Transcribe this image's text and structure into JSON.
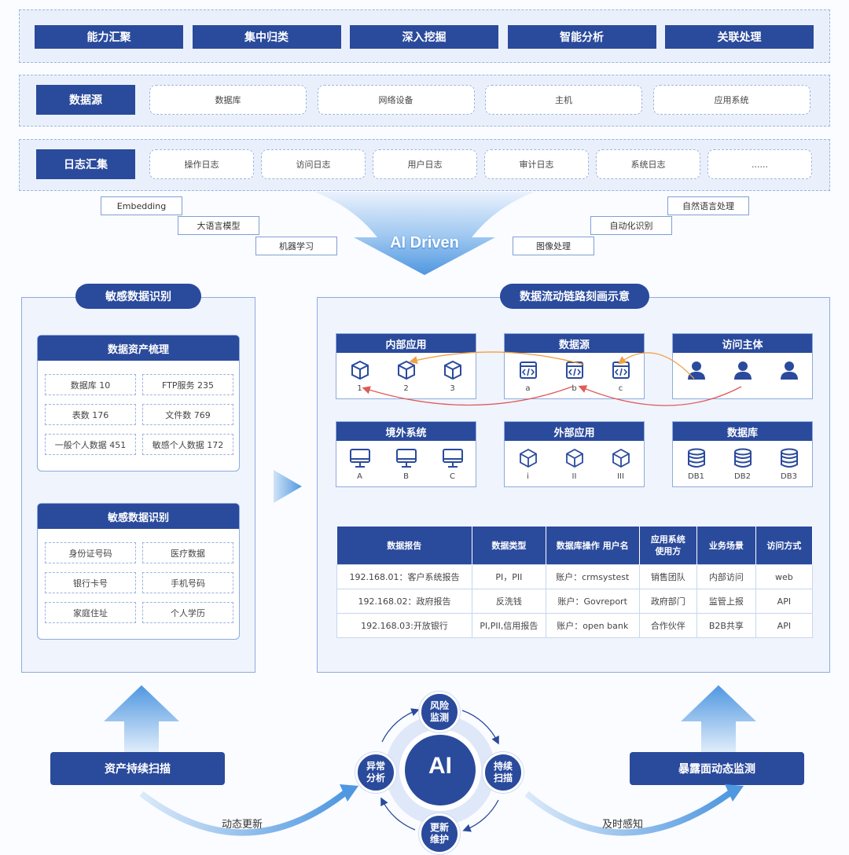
{
  "capabilities": [
    "能力汇聚",
    "集中归类",
    "深入挖掘",
    "智能分析",
    "关联处理"
  ],
  "datasource": {
    "label": "数据源",
    "items": [
      "数据库",
      "网络设备",
      "主机",
      "应用系统"
    ]
  },
  "logs": {
    "label": "日志汇集",
    "items": [
      "操作日志",
      "访问日志",
      "用户日志",
      "审计日志",
      "系统日志",
      "......"
    ]
  },
  "ai": {
    "title": "AI Driven",
    "left_tags": [
      "Embedding",
      "大语言模型",
      "机器学习"
    ],
    "right_tags": [
      "自然语言处理",
      "自动化识别",
      "图像处理"
    ]
  },
  "left_panel": {
    "title": "敏感数据识别",
    "asset_card": {
      "title": "数据资产梳理",
      "cells": [
        "数据库 10",
        "FTP服务 235",
        "表数 176",
        "文件数 769",
        "一般个人数据 451",
        "敏感个人数据 172"
      ]
    },
    "sens_card": {
      "title": "敏感数据识别",
      "cells": [
        "身份证号码",
        "医疗数据",
        "银行卡号",
        "手机号码",
        "家庭住址",
        "个人学历"
      ]
    }
  },
  "right_panel": {
    "title": "数据流动链路刻画示意",
    "nodes": [
      {
        "title": "内部应用",
        "labels": [
          "1",
          "2",
          "3"
        ],
        "icon": "cube-icon"
      },
      {
        "title": "数据源",
        "labels": [
          "a",
          "b",
          "c"
        ],
        "icon": "code-window-icon"
      },
      {
        "title": "访问主体",
        "labels": [
          "",
          "",
          ""
        ],
        "icon": "user-icon"
      },
      {
        "title": "境外系统",
        "labels": [
          "A",
          "B",
          "C"
        ],
        "icon": "monitor-icon"
      },
      {
        "title": "外部应用",
        "labels": [
          "i",
          "II",
          "III"
        ],
        "icon": "cube-outline-icon"
      },
      {
        "title": "数据库",
        "labels": [
          "DB1",
          "DB2",
          "DB3"
        ],
        "icon": "database-icon"
      }
    ],
    "table": {
      "headers": [
        "数据报告",
        "数据类型",
        "数据库操作 用户名",
        "应用系统\n使用方",
        "业务场景",
        "访问方式"
      ],
      "rows": [
        [
          "192.168.01：客户系统报告",
          "PI，PII",
          "账户：crmsystest",
          "销售团队",
          "内部访问",
          "web"
        ],
        [
          "192.168.02：政府报告",
          "反洗钱",
          "账户：Govreport",
          "政府部门",
          "监管上报",
          "API"
        ],
        [
          "192.168.03:开放银行",
          "PI,PII,信用报告",
          "账户：open bank",
          "合作伙伴",
          "B2B共享",
          "API"
        ]
      ]
    }
  },
  "bottom": {
    "left_button": "资产持续扫描",
    "right_button": "暴露面动态监测",
    "left_caption": "动态更新",
    "right_caption": "及时感知",
    "center": "AI",
    "cycle": [
      "风险\n监测",
      "持续\n扫描",
      "更新\n维护",
      "异常\n分析"
    ]
  },
  "colors": {
    "primary": "#2a4a9c",
    "light": "#eaf0fb",
    "arrow": "#5aa0e0"
  }
}
